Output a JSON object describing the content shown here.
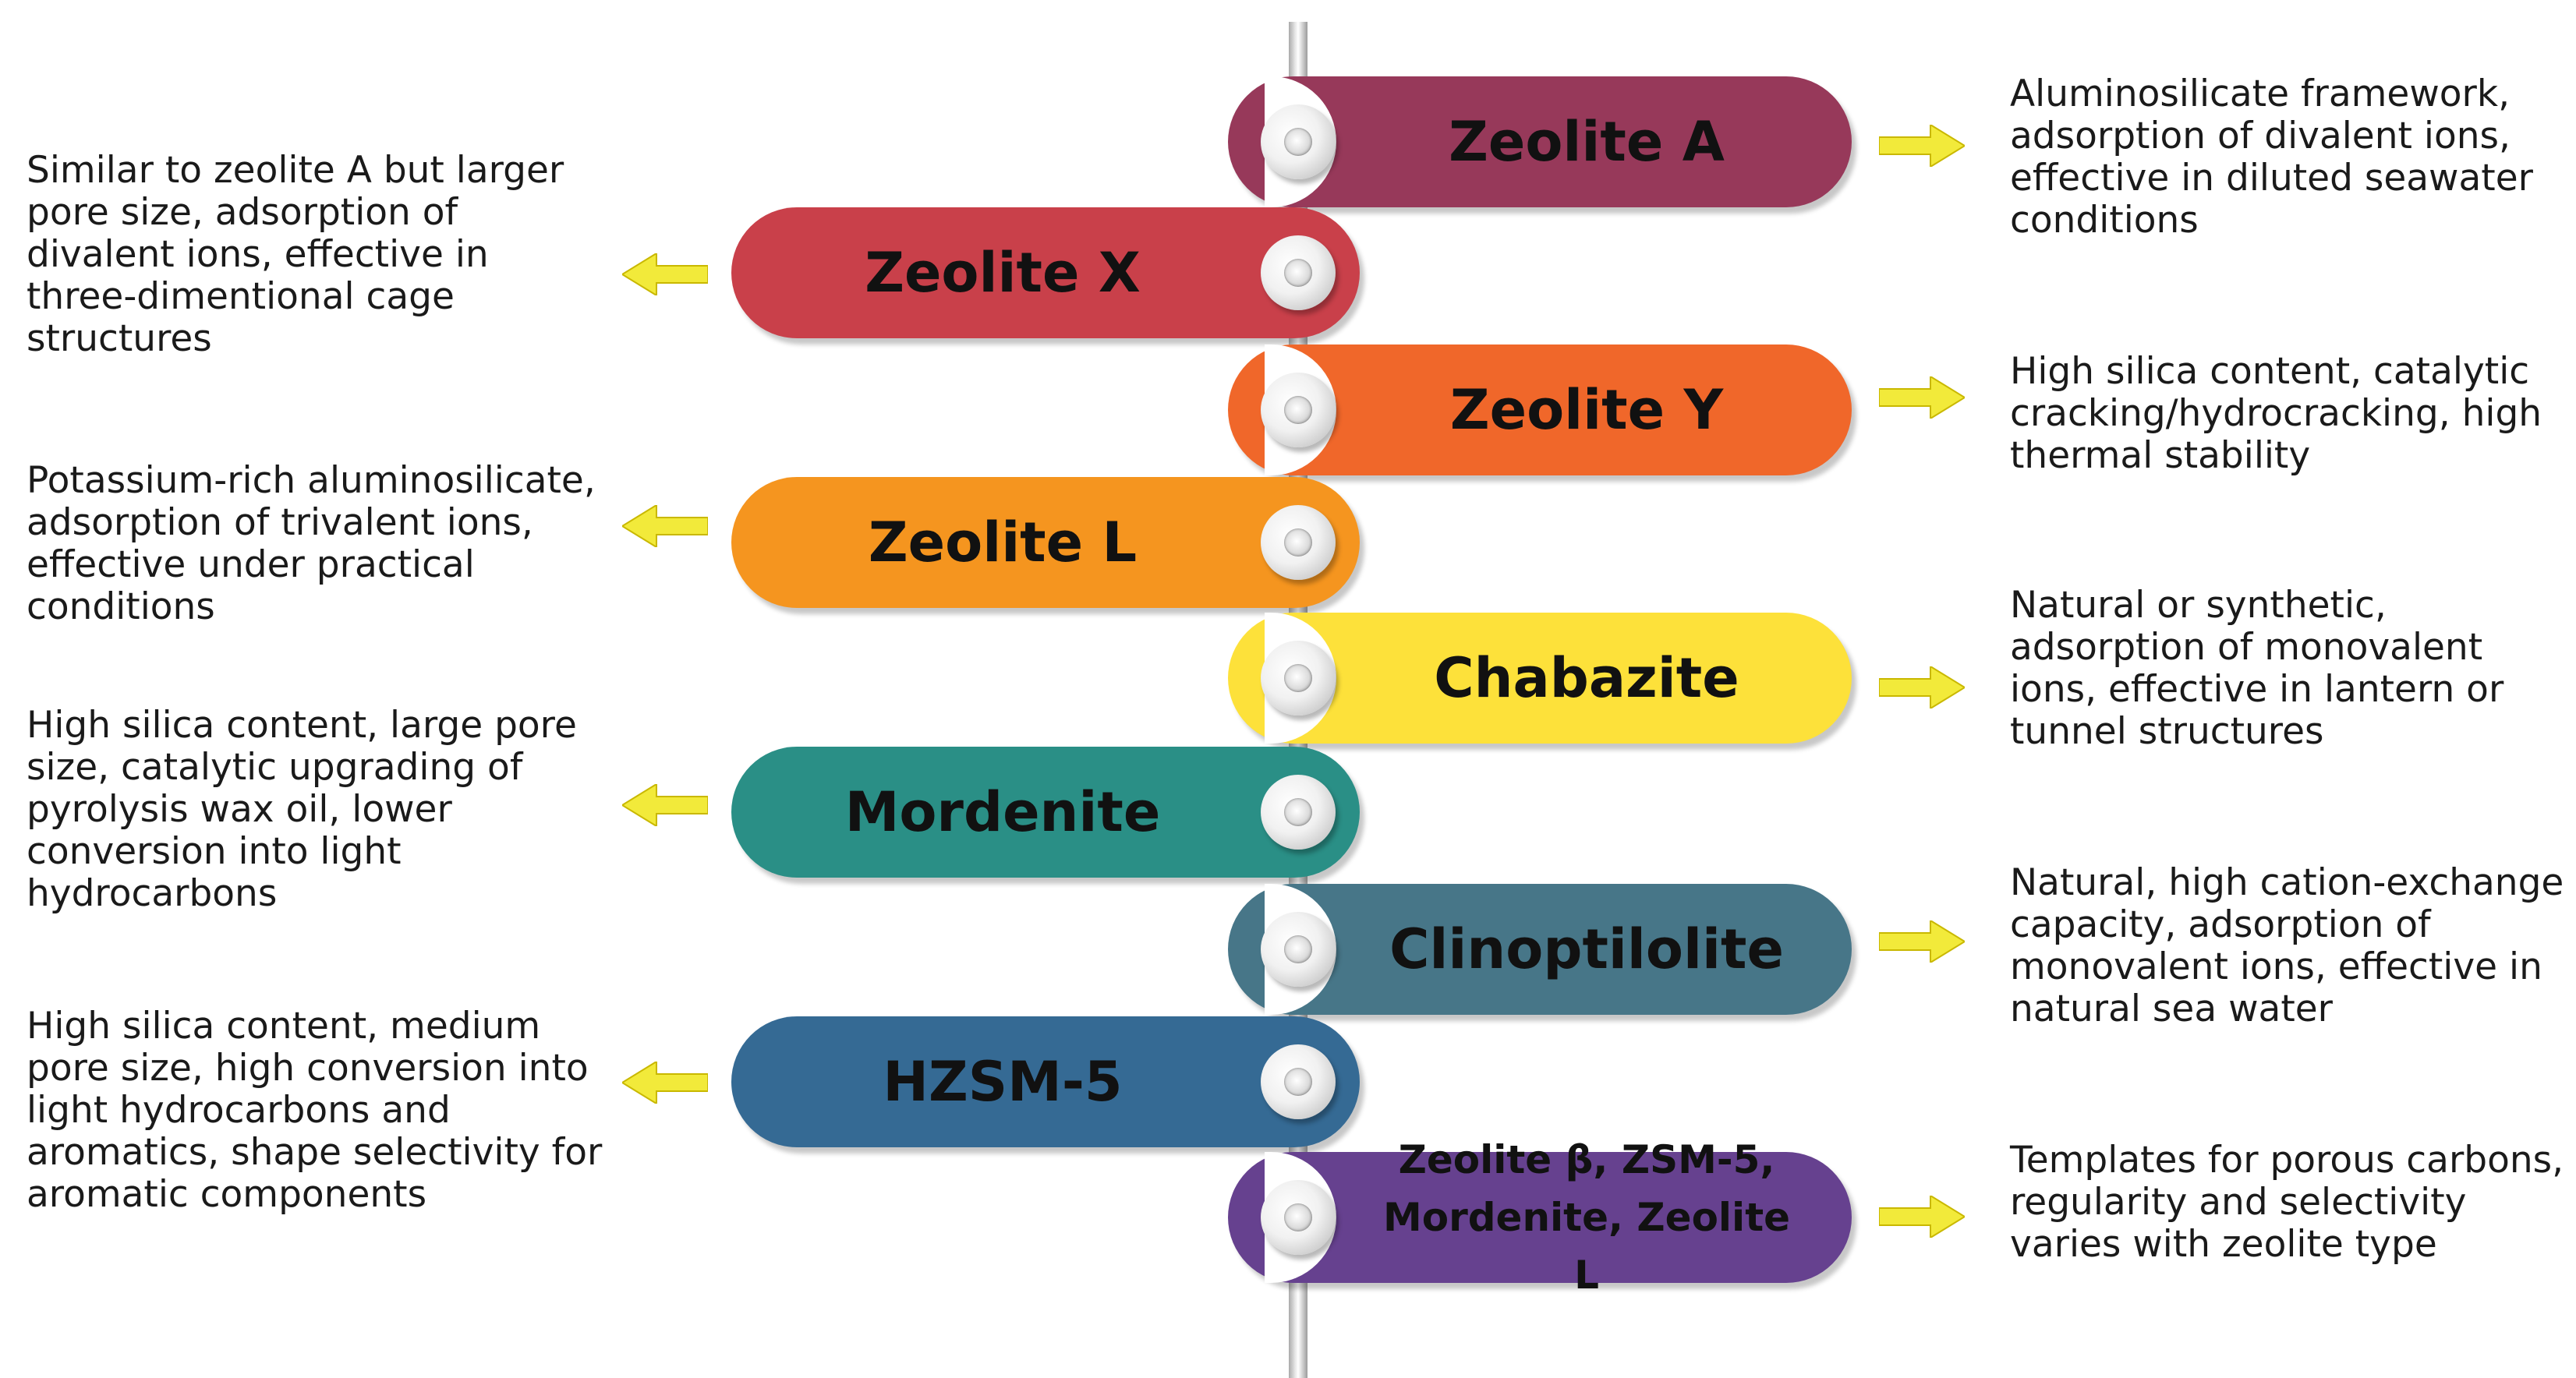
{
  "items": [
    {
      "label": "Zeolite A",
      "description": "Aluminosilicate framework, adsorption of divalent ions, effective in diluted seawater conditions",
      "color": "#97395a",
      "side": "right"
    },
    {
      "label": "Zeolite X",
      "description": "Similar to zeolite A but larger pore size, adsorption of divalent ions, effective in three-dimentional cage structures",
      "color": "#c9404a",
      "side": "left"
    },
    {
      "label": "Zeolite Y",
      "description": "High silica content, catalytic cracking/hydrocracking, high thermal stability",
      "color": "#f0672a",
      "side": "right"
    },
    {
      "label": "Zeolite L",
      "description": "Potassium-rich aluminosilicate, adsorption of trivalent ions, effective under practical conditions",
      "color": "#f5951f",
      "side": "left"
    },
    {
      "label": "Chabazite",
      "description": "Natural or synthetic, adsorption of monovalent ions, effective in lantern or tunnel structures",
      "color": "#fde13a",
      "side": "right"
    },
    {
      "label": "Mordenite",
      "description": "High silica content, large pore size, catalytic upgrading of pyrolysis wax oil, lower conversion into light hydrocarbons",
      "color": "#2a8f86",
      "side": "left"
    },
    {
      "label": "Clinoptilolite",
      "description": "Natural, high cation-exchange capacity, adsorption of monovalent ions, effective in natural sea water",
      "color": "#477688",
      "side": "right"
    },
    {
      "label": "HZSM-5",
      "description": "High silica content, medium pore size, high conversion into light hydrocarbons and aromatics, shape selectivity for aromatic components",
      "color": "#356a94",
      "side": "left"
    },
    {
      "label": "Zeolite β, ZSM-5, Mordenite, Zeolite L",
      "description": "Templates for porous carbons, regularity and selectivity varies with zeolite type",
      "color": "#66418f",
      "side": "right"
    }
  ],
  "arrow_color": "#f2ea3a"
}
